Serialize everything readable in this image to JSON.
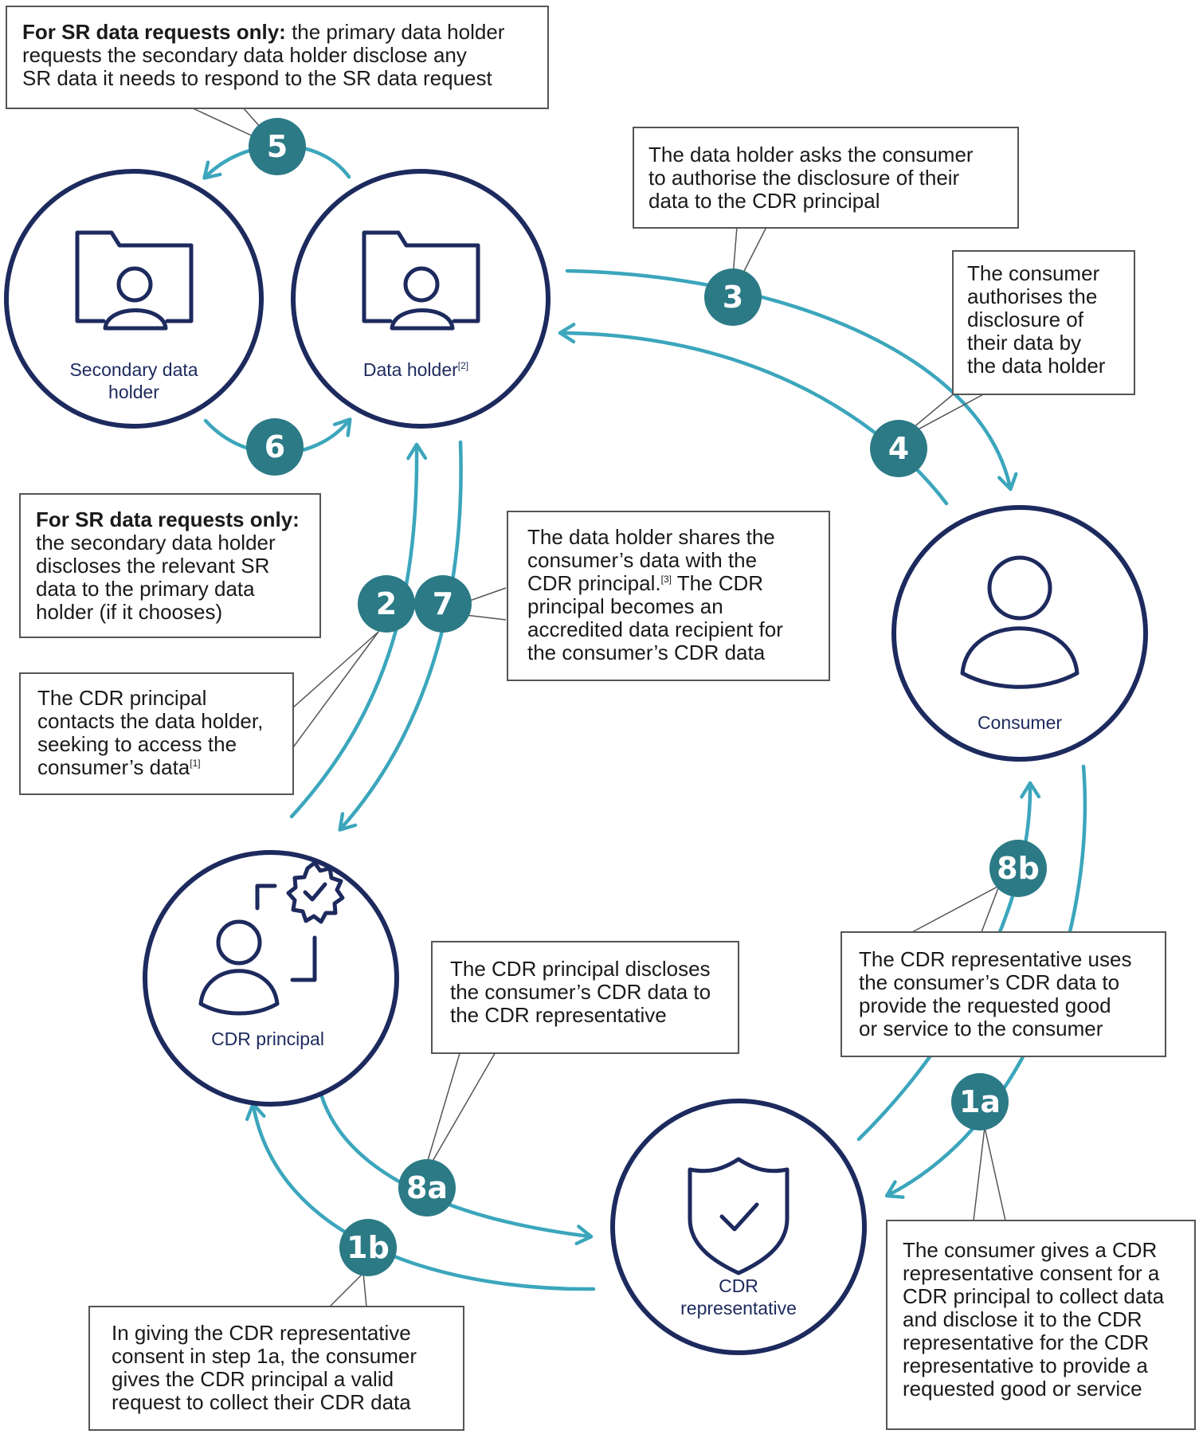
{
  "nodes": {
    "secondary_holder": [
      "Secondary data",
      "holder"
    ],
    "data_holder": "Data holder",
    "data_holder_fn": "[2]",
    "consumer": "Consumer",
    "cdr_principal": "CDR principal",
    "cdr_representative": [
      "CDR",
      "representative"
    ]
  },
  "steps": [
    "1a",
    "1b",
    "2",
    "3",
    "4",
    "5",
    "6",
    "7",
    "8a",
    "8b"
  ],
  "callouts": {
    "step5": {
      "bold": "For SR data requests only:",
      "lines": [
        " the primary data holder",
        "requests the secondary data holder disclose any",
        "SR data it needs to respond to the SR data request"
      ]
    },
    "step3": {
      "lines": [
        "The data holder asks the consumer",
        "to authorise the disclosure of their",
        "data to the CDR principal"
      ]
    },
    "step4": {
      "lines": [
        "The consumer",
        "authorises the",
        "disclosure of",
        "their data by",
        "the data holder"
      ]
    },
    "step6": {
      "bold": "For SR data requests only:",
      "lines": [
        "the secondary data holder",
        "discloses the relevant SR",
        "data to the primary data",
        "holder (if it chooses)"
      ]
    },
    "step7": {
      "lines": [
        "The data holder shares the",
        "consumer’s data with the",
        "CDR principal.",
        "principal becomes an",
        "accredited data recipient for",
        "the consumer’s CDR data"
      ],
      "fn": "[3]",
      "line3_rest": " The CDR"
    },
    "step2": {
      "lines": [
        "The CDR principal",
        "contacts the data holder,",
        "seeking to access the",
        "consumer’s data"
      ],
      "fn": "[1]"
    },
    "step8a": {
      "lines": [
        "The CDR principal discloses",
        "the consumer’s CDR data to",
        "the CDR representative"
      ]
    },
    "step8b": {
      "lines": [
        "The CDR representative uses",
        "the consumer’s CDR data to",
        "provide the requested good",
        "or service to the consumer"
      ]
    },
    "step1a": {
      "lines": [
        "The consumer gives a CDR",
        "representative consent for a",
        "CDR principal to collect data",
        "and disclose it to the CDR",
        "representative for the CDR",
        "representative to provide a",
        "requested good or service"
      ]
    },
    "step1b": {
      "lines": [
        "In giving the CDR representative",
        "consent in step 1a, the consumer",
        "gives the CDR principal a valid",
        "request to collect their CDR data"
      ]
    }
  },
  "colors": {
    "navy": "#1d2a5e",
    "teal_badge": "#2b7a86",
    "teal_line": "#3ba6bc",
    "box_border": "#555555"
  }
}
